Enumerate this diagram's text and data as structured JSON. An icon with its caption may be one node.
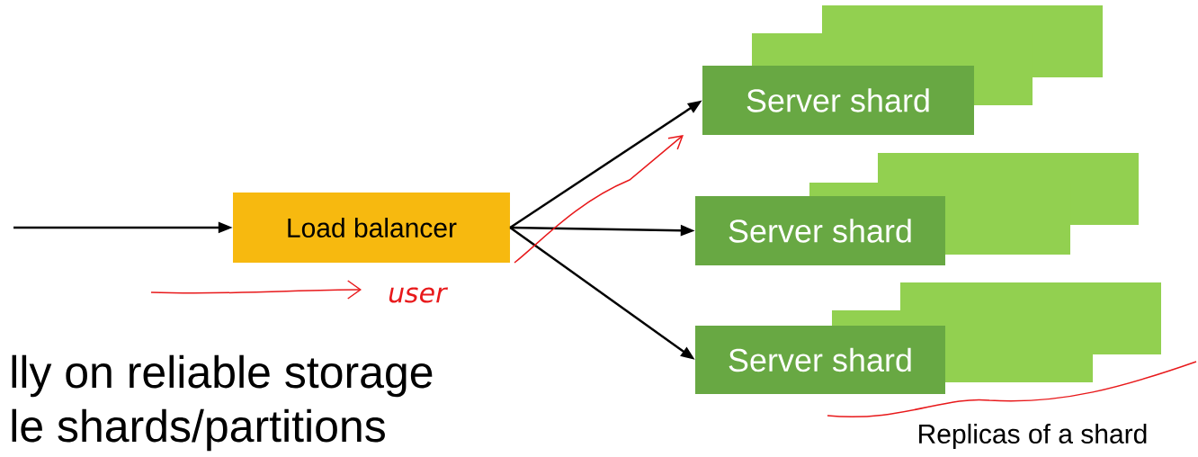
{
  "diagram": {
    "nodes": [
      {
        "text": [
          "Load balancer"
        ]
      },
      {
        "text": [
          "Server shard"
        ]
      },
      {
        "text": [
          "Server shard"
        ]
      },
      {
        "text": [
          "Server shard"
        ]
      },
      {
        "text": [],
        "shape": "box"
      },
      {
        "text": [],
        "shape": "box"
      },
      {
        "text": [],
        "shape": "box"
      },
      {
        "text": [],
        "shape": "box"
      },
      {
        "text": [],
        "shape": "box"
      },
      {
        "text": [],
        "shape": "box"
      }
    ],
    "edges": [
      {
        "from": null,
        "to": 0,
        "arrow": "to"
      },
      {
        "from": 0,
        "to": 1,
        "arrow": "to"
      },
      {
        "from": 0,
        "to": 2,
        "arrow": "to"
      },
      {
        "from": 0,
        "to": 3,
        "arrow": "to"
      }
    ],
    "labels": [
      "user",
      "lly on reliable storage",
      "le shards/partitions",
      "Replicas of a shard"
    ]
  }
}
